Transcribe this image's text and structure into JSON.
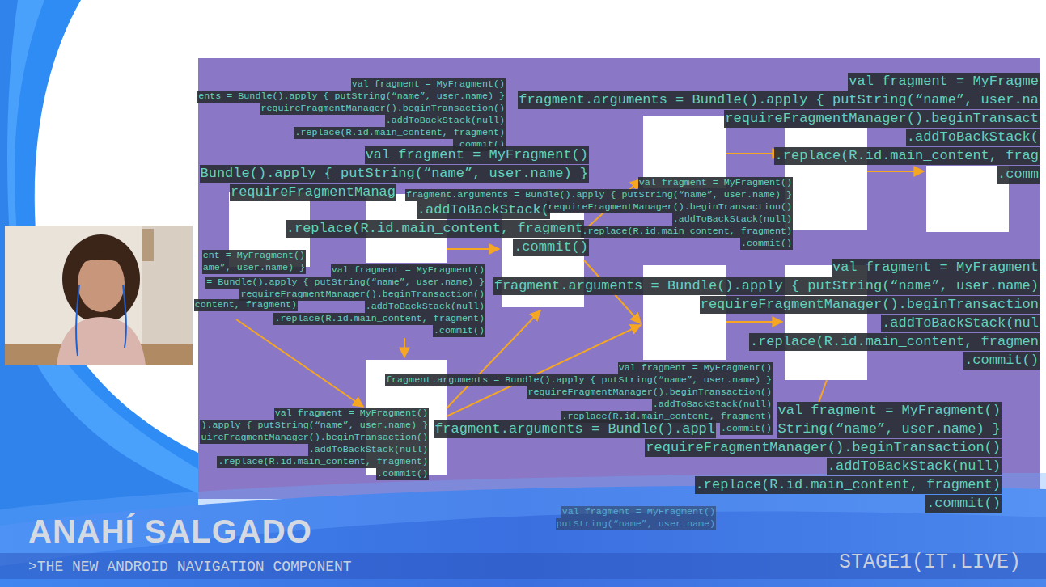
{
  "diagram": {
    "labels": [
      "val fragment = MyFragment()",
      "ents = Bundle().apply { putString(“name”, user.name) }",
      "requireFragmentManager().beginTransaction()",
      ".addToBackStack(null)",
      ".replace(R.id.main_content, fragment)",
      ".commit()",
      "val fragment = MyFragme",
      "fragment.arguments = Bundle().apply { putString(“name”, user.na",
      "requireFragmentManager().beginTransact",
      ".addToBackStack(",
      ".replace(R.id.main_content, frag",
      ".comm",
      "val fragment = MyFragment()",
      "Bundle().apply { putString(“name”, user.name) }",
      "requireFragmentManag",
      ".addToBackStack(",
      ".replace(R.id.main_content, fragment",
      ".commit()",
      "val fragment = MyFragment()",
      "fragment.arguments = Bundle().apply { putString(“name”, user.name) }",
      "requireFragmentManager().beginTransaction()",
      ".addToBackStack(null)",
      ".replace(R.id.main_content, fragment)",
      ".commit()",
      "val fragment = MyFragment",
      "fragment.arguments = Bundle().apply { putString(“name”, user.name)",
      "requireFragmentManager().beginTransaction",
      ".addToBackStack(nul",
      ".replace(R.id.main_content, fragmen",
      ".commit()",
      "ent = MyFragment()",
      "ame”, user.name) }",
      "content, fragment)",
      "val fragment = MyFragment()",
      "= Bundle().apply { putString(“name”, user.name) }",
      "requireFragmentManager().beginTransaction()",
      ".addToBackStack(null)",
      ".replace(R.id.main_content, fragment)",
      ".commit()",
      "val fragment = MyFragment()",
      "fragment.arguments = Bundle().apply { putString(“name”, user.name) }",
      "requireFragmentManager().beginTransaction()",
      ".addToBackStack(null)",
      ".replace(R.id.main_content, fragment)",
      ".commit()",
      "val fragment = MyFragment()",
      ").apply { putString(“name”, user.name) }",
      "uireFragmentManager().beginTransaction()",
      ".addToBackStack(null)",
      ".replace(R.id.main_content, fragment)",
      ".commit()",
      "fragment.arguments = Bundle().appl",
      "val fragment = MyFragment()",
      "String(“name”, user.name) }",
      "requireFragmentManager().beginTransaction()",
      ".addToBackStack(null)",
      ".replace(R.id.main_content, fragment)",
      ".commit()",
      "val fragment = MyFragment()",
      "putString(“name”, user.name)",
      "ANAHÍ SALGADO",
      ">THE NEW ANDROID NAVIGATION COMPONENT",
      "STAGE1(IT.LIVE)"
    ]
  }
}
